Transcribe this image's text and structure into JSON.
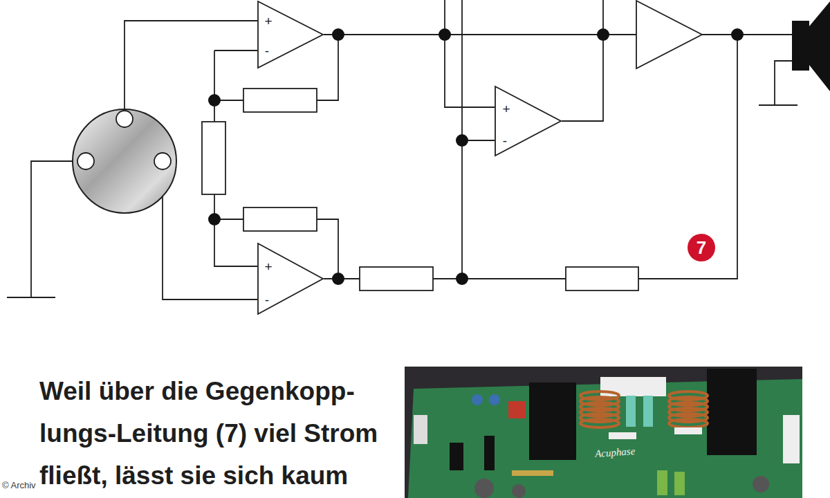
{
  "diagram": {
    "caption": "Weil über die Gegenkopp- lungs-Leitung (7) viel Strom fließt, lässt sie sich kaum",
    "nodes": [
      {
        "text": [
          "+",
          "-"
        ]
      },
      {
        "text": [
          "+",
          "-"
        ]
      },
      {
        "text": [
          "+",
          "-"
        ]
      },
      {
        "text": [
          "7"
        ]
      }
    ],
    "edges": [
      {
        "from": 0,
        "to": 1,
        "arrow": "none"
      },
      {
        "from": 2,
        "to": 1,
        "arrow": "none"
      }
    ],
    "labels": [
      "Acuphase",
      "© Archiv"
    ]
  }
}
